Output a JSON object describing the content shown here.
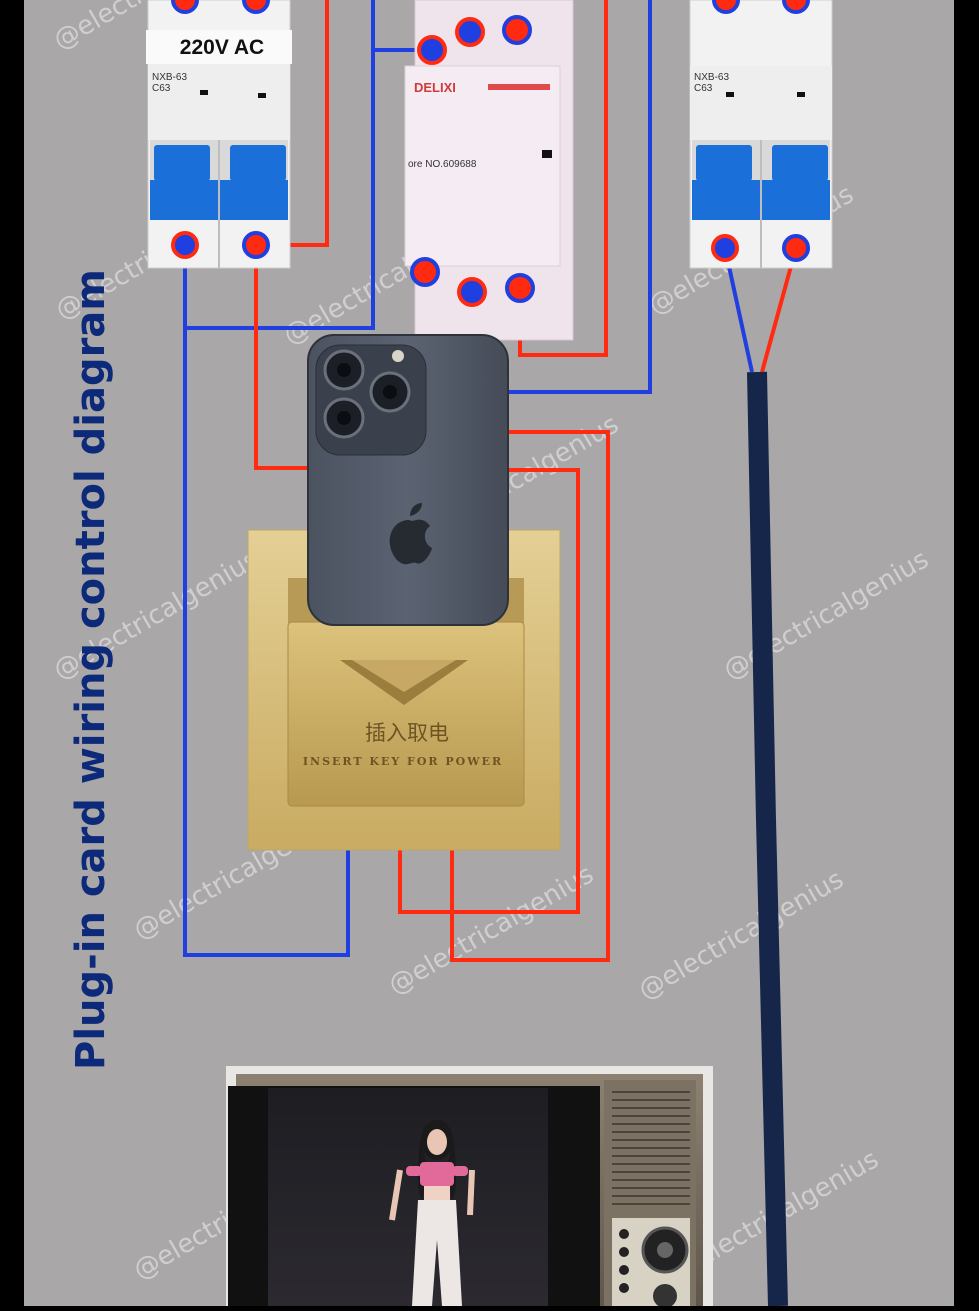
{
  "title": "Plug-in card wiring control diagram",
  "breaker_left": {
    "voltage_label": "220V AC",
    "model": "NXB-63",
    "rating": "C63"
  },
  "breaker_right": {
    "model": "NXB-63",
    "rating": "C63"
  },
  "contactor": {
    "brand": "DELIXI",
    "store_no": "ore NO.609688"
  },
  "card_switch": {
    "chinese_label": "插入取电",
    "english_label": "INSERT KEY FOR POWER"
  },
  "watermark": "@electricalgenius",
  "colors": {
    "background": "#a9a7a7",
    "live_wire": "#ff2a10",
    "neutral_wire": "#1f3fe0",
    "cable": "#16264a",
    "title": "#0d2a7a",
    "switch_gold": "#d8c07f"
  },
  "icons": {
    "phone": "smartphone-icon",
    "tv": "tv-icon",
    "logo": "apple-logo-icon"
  }
}
